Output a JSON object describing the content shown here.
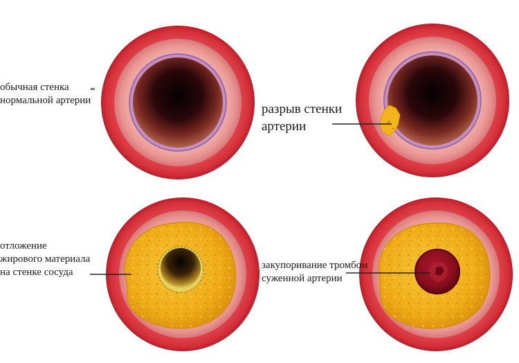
{
  "colors": {
    "outer_wall": "#d8313a",
    "outer_wall_dark": "#b81e2a",
    "middle_wall": "#e58a8d",
    "middle_wall_light": "#f2b3b0",
    "intima": "#a26fa8",
    "lumen_dark": "#1a0406",
    "fat": "#f2b318",
    "fat_dark": "#c98a10",
    "clot": "#8c0f1e",
    "leader_line": "#222222"
  },
  "panels": [
    {
      "id": "normal",
      "label_lines": [
        "обычная стенка",
        "нормальной артерии"
      ]
    },
    {
      "id": "rupture",
      "label_lines": [
        "разрыв стенки",
        "артерии"
      ]
    },
    {
      "id": "fatty-deposit",
      "label_lines": [
        "отложение",
        "жирового материала",
        "на стенке сосуда"
      ]
    },
    {
      "id": "thrombus",
      "label_lines": [
        "закупоривание тромбом",
        "суженной артерии"
      ]
    }
  ]
}
